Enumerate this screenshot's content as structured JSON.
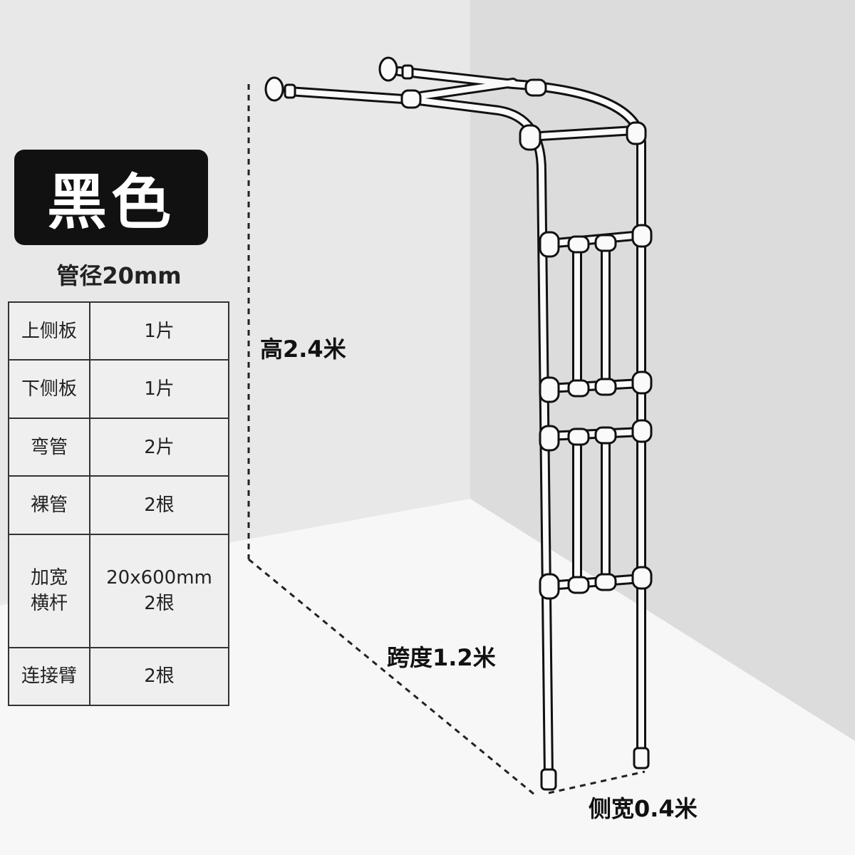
{
  "color_label": "黑色",
  "pipe_diameter": "管径20mm",
  "parts": [
    {
      "name": "上侧板",
      "qty": "1片"
    },
    {
      "name": "下侧板",
      "qty": "1片"
    },
    {
      "name": "弯管",
      "qty": "2片"
    },
    {
      "name": "裸管",
      "qty": "2根"
    },
    {
      "name": "加宽横杆",
      "qty": "20x600mm 2根"
    },
    {
      "name": "连接臂",
      "qty": "2根"
    }
  ],
  "dimensions": {
    "height": "高2.4米",
    "span": "跨度1.2米",
    "side_width": "侧宽0.4米"
  }
}
